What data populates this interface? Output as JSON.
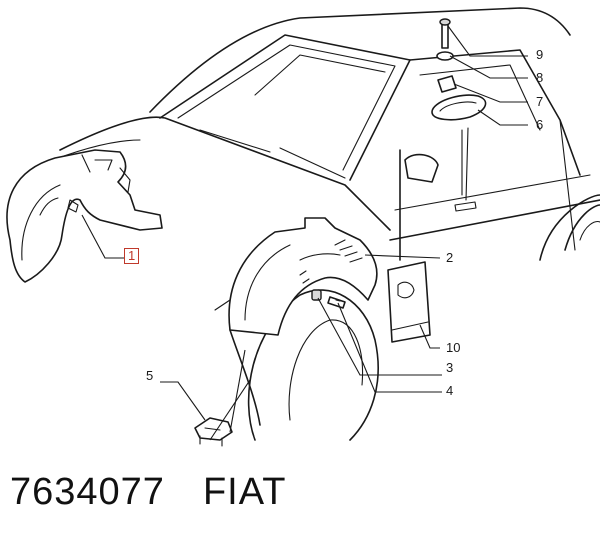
{
  "callouts": [
    {
      "id": "1",
      "label": "1",
      "highlighted": true
    },
    {
      "id": "2",
      "label": "2"
    },
    {
      "id": "3",
      "label": "3"
    },
    {
      "id": "4",
      "label": "4"
    },
    {
      "id": "5",
      "label": "5"
    },
    {
      "id": "6",
      "label": "6"
    },
    {
      "id": "7",
      "label": "7"
    },
    {
      "id": "8",
      "label": "8"
    },
    {
      "id": "9",
      "label": "9"
    },
    {
      "id": "10",
      "label": "10"
    }
  ],
  "footer": {
    "part_number": "7634077",
    "brand": "FIAT"
  },
  "colors": {
    "line": "#1a1a1a",
    "highlight": "#c0392b",
    "background": "#ffffff"
  }
}
